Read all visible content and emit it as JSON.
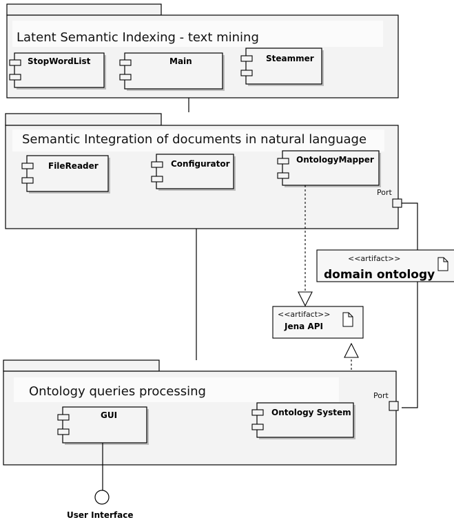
{
  "packages": {
    "lsi": {
      "title": "Latent Semantic Indexing - text mining",
      "components": [
        "StopWordList",
        "Main",
        "Steammer"
      ]
    },
    "sem": {
      "title": "Semantic Integration of documents in natural language",
      "components": [
        "FileReader",
        "Configurator",
        "OntologyMapper"
      ],
      "port_label": "Port"
    },
    "onto": {
      "title": "Ontology queries processing",
      "components": [
        "GUI",
        "Ontology System"
      ],
      "port_label": "Port"
    }
  },
  "artifacts": {
    "domain_ontology": {
      "stereotype": "<<artifact>>",
      "name": "domain ontology"
    },
    "jena_api": {
      "stereotype": "<<artifact>>",
      "name": "Jena API"
    }
  },
  "interface": {
    "label": "User Interface"
  }
}
